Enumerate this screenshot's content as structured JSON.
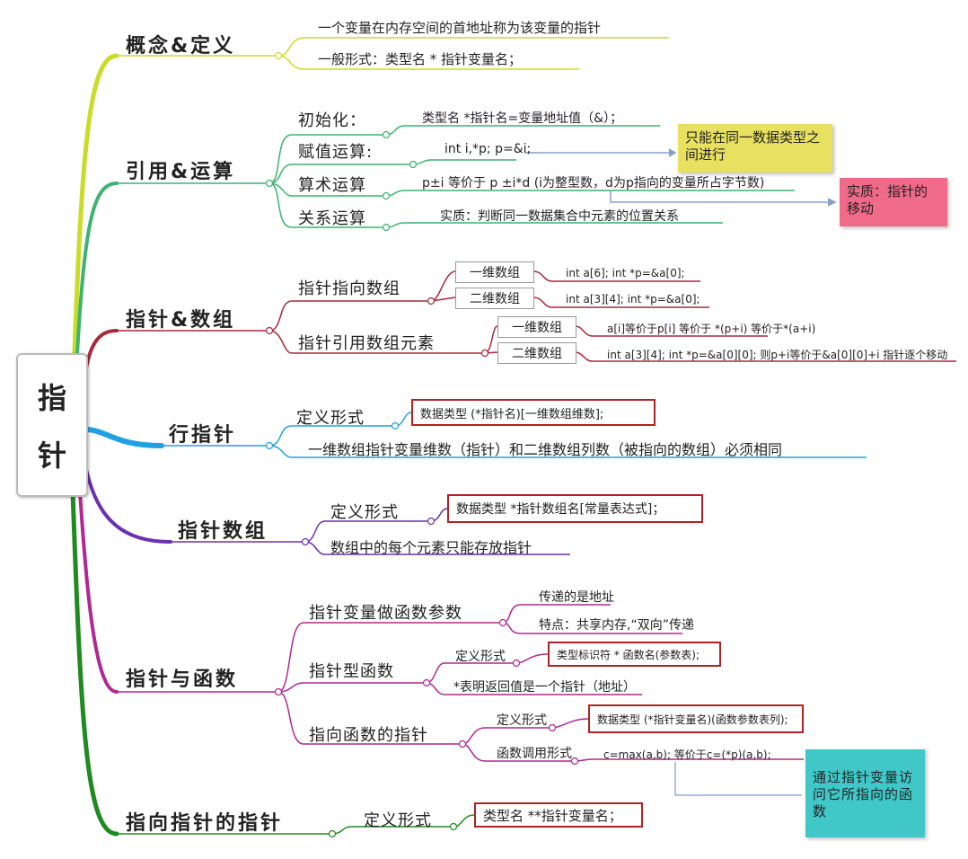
{
  "colors": {
    "concept": "#c8dc28",
    "ref": "#3cb371",
    "array": "#a8283c",
    "row": "#20a0e0",
    "ptrarr": "#6a30b0",
    "func": "#b02890",
    "pp": "#208a20",
    "note_yellow": "#e8e060",
    "note_pink": "#f06a8a",
    "note_teal": "#40c8c8"
  },
  "root": {
    "char1": "指",
    "char2": "针"
  },
  "concept": {
    "label": "概念&定义",
    "items": [
      "一个变量在内存空间的首地址称为该变量的指针",
      "一般形式：类型名   * 指针变量名；"
    ]
  },
  "ref": {
    "label": "引用&运算",
    "init": {
      "label": "初始化：",
      "value": "类型名  *指针名=变量地址值（&）；"
    },
    "assign": {
      "label": "赋值运算:",
      "value": "int i,*p; p=&i;"
    },
    "arith": {
      "label": "算术运算",
      "value": "p±i  等价于 p ±i*d  (i为整型数，d为p指向的变量所占字节数)"
    },
    "rel": {
      "label": "关系运算",
      "value": "实质：判断同一数据集合中元素的位置关系"
    },
    "note_assign": "只能在同一数据类型之间进行",
    "note_arith": "实质：指针的移动"
  },
  "array": {
    "label": "指针&数组",
    "point": {
      "label": "指针指向数组",
      "one": "一维数组",
      "one_code": "int    a[6]; int  *p=&a[0];",
      "two": "二维数组",
      "two_code": "int    a[3][4]; int  *p=&a[0];"
    },
    "ref": {
      "label": "指针引用数组元素",
      "one": "一维数组",
      "one_code": "a[i]等价于p[i] 等价于 *(p+i) 等价于*(a+i)",
      "two": "二维数组",
      "two_code": "int    a[3][4]; int   *p=&a[0][0]; 则p+i等价于&a[0][0]+i    指针逐个移动"
    }
  },
  "row": {
    "label": "行指针",
    "def_label": "定义形式",
    "def_value": "数据类型   (*指针名)[一维数组维数];",
    "rule": "一维数组指针变量维数（指针）和二维数组列数（被指向的数组）必须相同"
  },
  "ptrarr": {
    "label": "指针数组",
    "def_label": "定义形式",
    "def_value": "数据类型  *指针数组名[常量表达式]；",
    "rule": "数组中的每个元素只能存放指针"
  },
  "func": {
    "label": "指针与函数",
    "param": {
      "label": "指针变量做函数参数",
      "items": [
        "传递的是地址",
        "特点：共享内存,“双向”传递"
      ]
    },
    "retfunc": {
      "label": "指针型函数",
      "def_label": "定义形式",
      "def_value": "类型标识符     * 函数名(参数表);",
      "note": "*表明返回值是一个指针（地址）"
    },
    "funcptr": {
      "label": "指向函数的指针",
      "def_label": "定义形式",
      "def_value": "数据类型    (*指针变量名)(函数参数表列);",
      "call_label": "函数调用形式",
      "call_value": "c=max(a,b); 等价于c=(*p)(a,b);",
      "note": "通过指针变量访问它所指向的函数"
    }
  },
  "pp": {
    "label": "指向指针的指针",
    "def_label": "定义形式",
    "def_value": "类型名  **指针变量名；"
  }
}
